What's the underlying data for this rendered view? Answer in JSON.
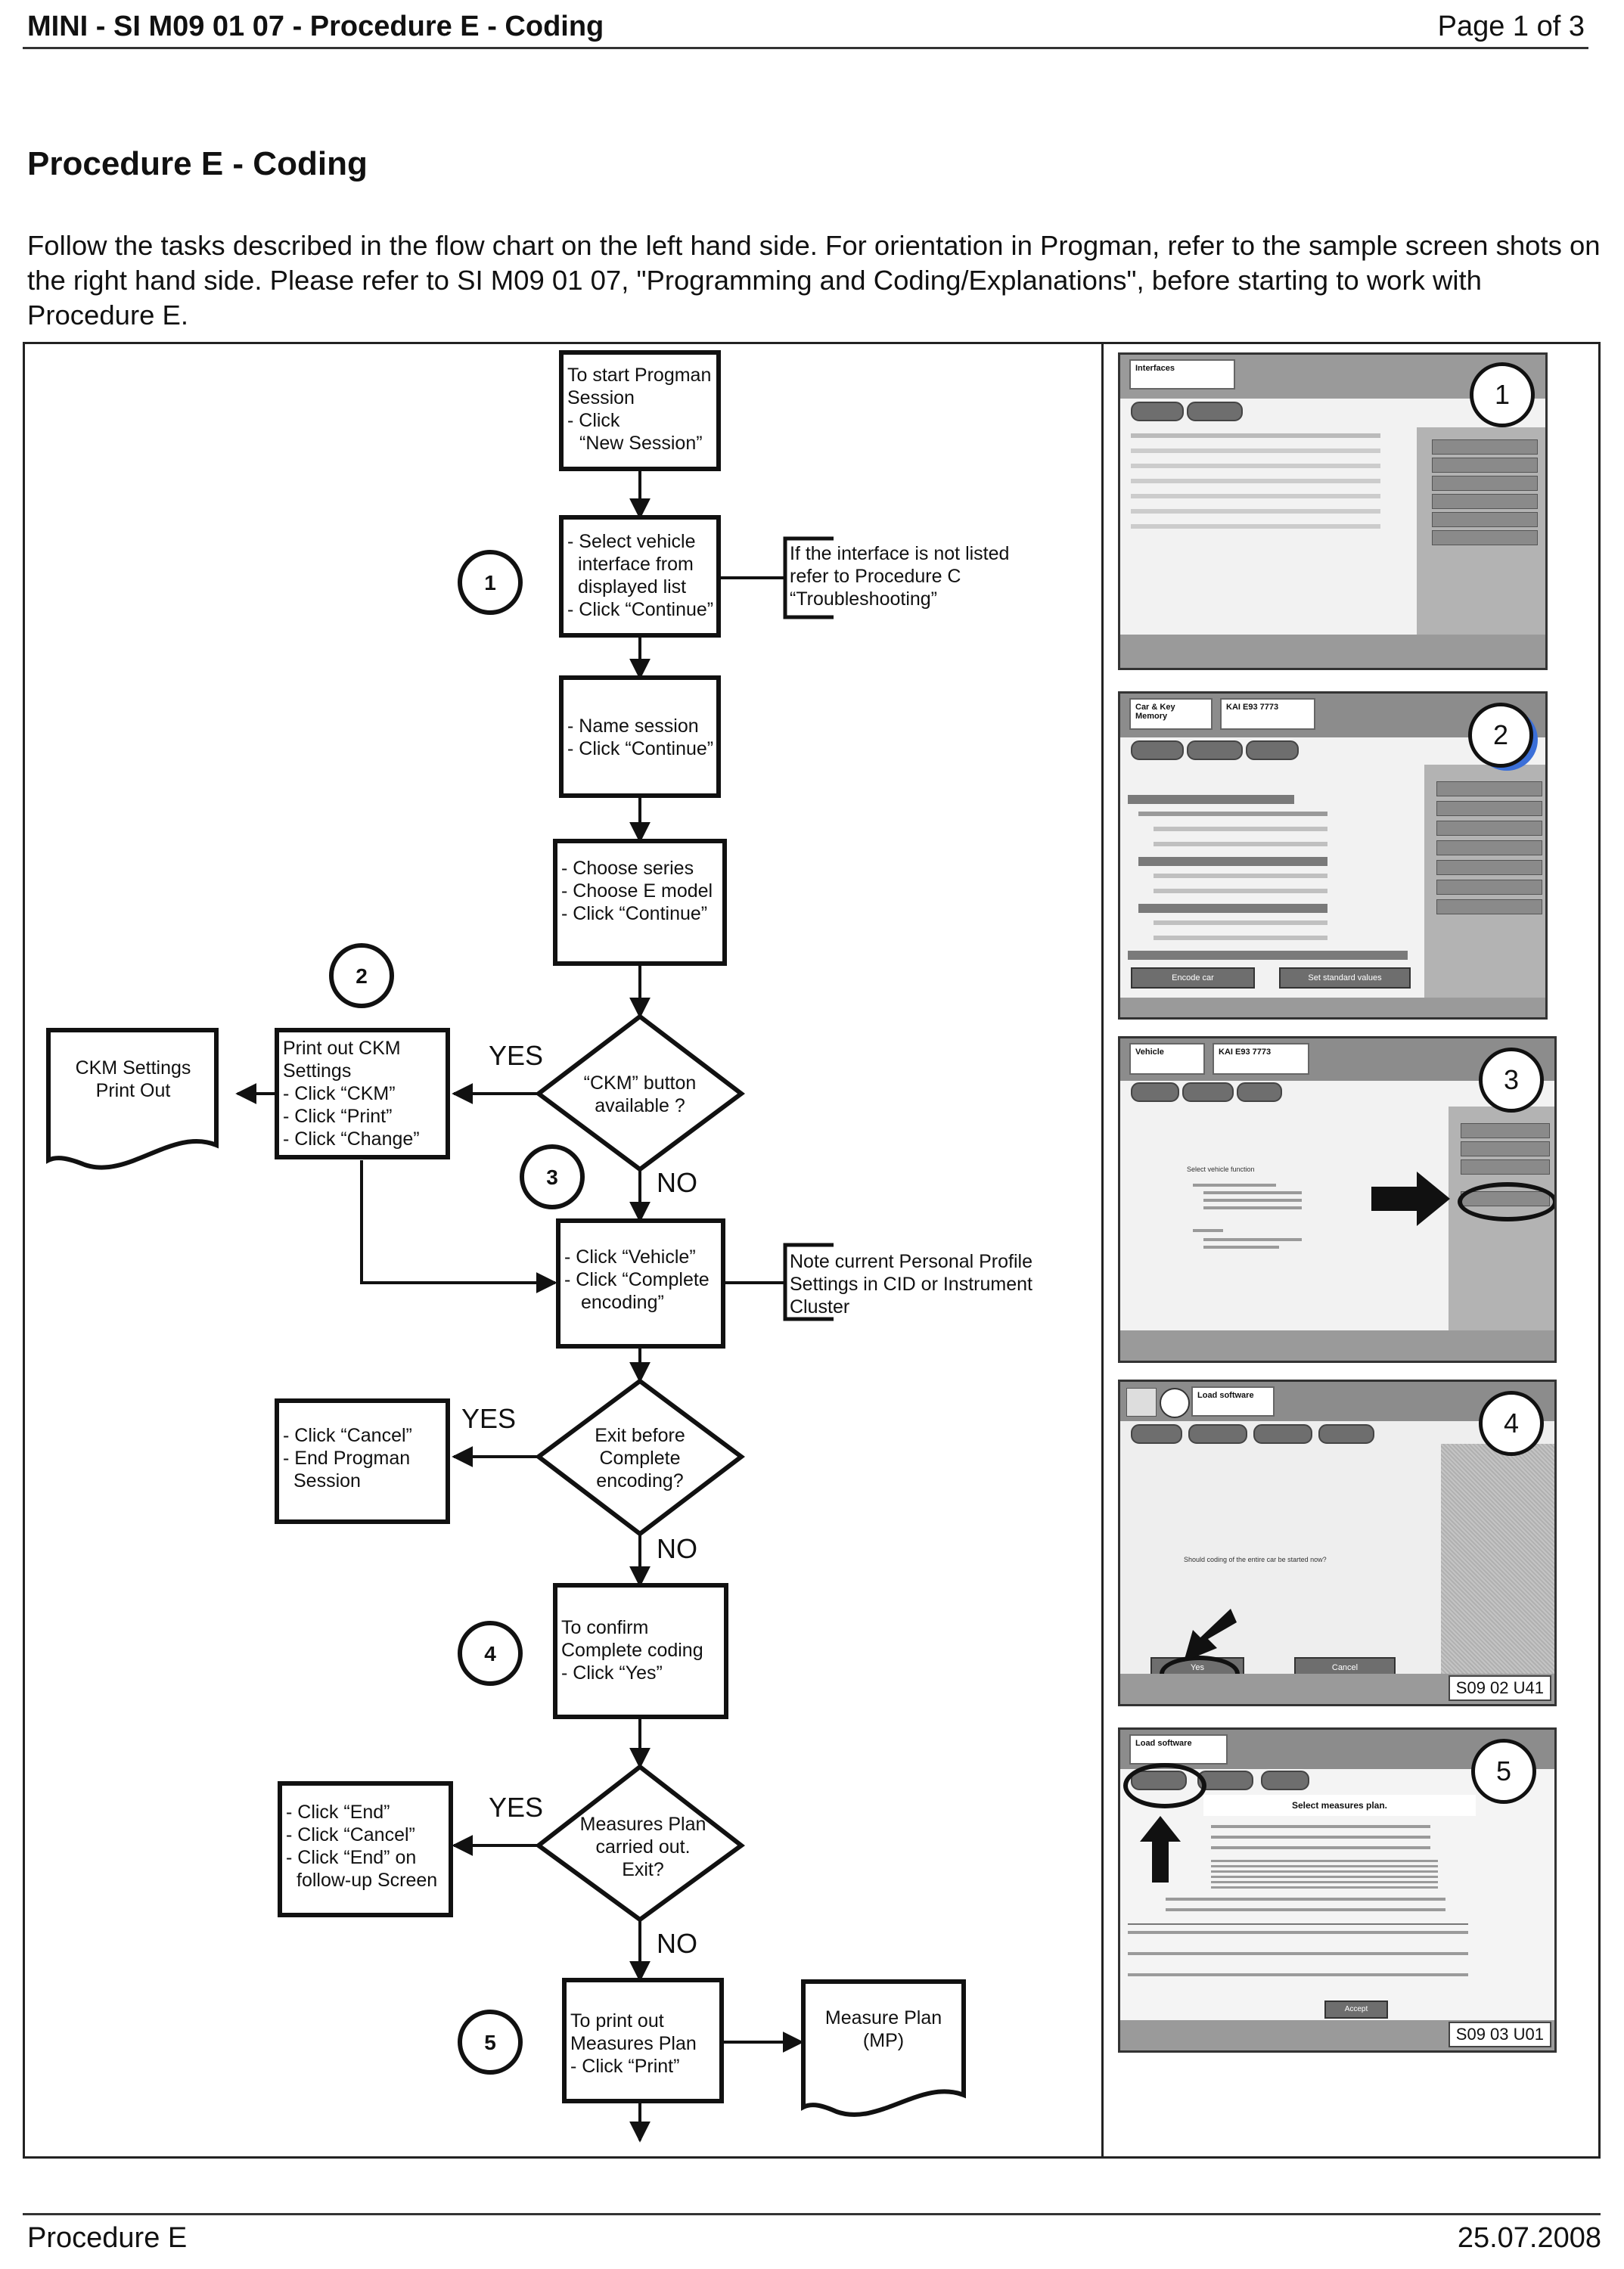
{
  "header": {
    "title": "MINI - SI M09 01 07 - Procedure E - Coding",
    "page": "Page 1 of 3"
  },
  "heading": "Procedure E - Coding",
  "intro": "Follow the tasks described in the flow chart on the left hand side. For orientation in Progman, refer to the sample screen shots on the right hand side. Please refer to SI M09 01 07, \"Programming and Coding/Explanations\", before starting to work with Procedure E.",
  "flow": {
    "start": [
      "To start Progman",
      "Session",
      "- Click",
      "“New Session”"
    ],
    "select_interface": [
      "- Select vehicle",
      "interface from",
      "displayed list",
      "- Click “Continue”"
    ],
    "note_interface": [
      "If the interface is not listed",
      "refer to Procedure C",
      "“Troubleshooting”"
    ],
    "name_session": [
      "- Name session",
      "- Click “Continue”"
    ],
    "choose_series": [
      "- Choose series",
      "- Choose E model",
      "- Click “Continue”"
    ],
    "ckm_decision": [
      "“CKM” button",
      "available ?"
    ],
    "print_ckm": [
      "Print out CKM",
      "Settings",
      "- Click “CKM”",
      "- Click “Print”",
      "- Click “Change”"
    ],
    "ckm_printout": [
      "CKM Settings",
      "Print Out"
    ],
    "click_vehicle": [
      "- Click “Vehicle”",
      "- Click “Complete",
      "encoding”"
    ],
    "note_profile": [
      "Note current Personal Profile",
      "Settings in CID or Instrument",
      "Cluster"
    ],
    "exit_decision": [
      "Exit before",
      "Complete",
      "encoding?"
    ],
    "cancel_end": [
      "- Click “Cancel”",
      "- End Progman",
      "Session"
    ],
    "confirm": [
      "To confirm",
      "Complete coding",
      "- Click “Yes”"
    ],
    "mp_decision": [
      "Measures Plan",
      "carried out.",
      "Exit?"
    ],
    "end_steps": [
      "- Click “End”",
      "- Click “Cancel”",
      "- Click “End” on",
      "follow-up Screen"
    ],
    "print_mp": [
      "To print out",
      "Measures Plan",
      "- Click “Print”"
    ],
    "mp_doc": [
      "Measure Plan",
      "(MP)"
    ],
    "yes": "YES",
    "no": "NO",
    "steps": [
      "1",
      "2",
      "3",
      "4",
      "5"
    ]
  },
  "screenshots": {
    "s1": {
      "title": "Interfaces",
      "num": "1"
    },
    "s2": {
      "title": "Car & Key Memory",
      "id": "KAI E93 7773",
      "num": "2",
      "btn1": "Encode car",
      "btn2": "Set standard values"
    },
    "s3": {
      "title": "Vehicle",
      "id": "KAI E93 7773",
      "num": "3",
      "body": "Select vehicle function"
    },
    "s4": {
      "title": "Load software",
      "num": "4",
      "question": "Should coding of the entire car be started now?",
      "yes": "Yes",
      "cancel": "Cancel",
      "caption": "S09 02 U41"
    },
    "s5": {
      "title": "Load software",
      "num": "5",
      "heading": "Select measures plan.",
      "accept": "Accept",
      "caption": "S09 03 U01"
    }
  },
  "footer": {
    "left": "Procedure E",
    "right": "25.07.2008"
  }
}
